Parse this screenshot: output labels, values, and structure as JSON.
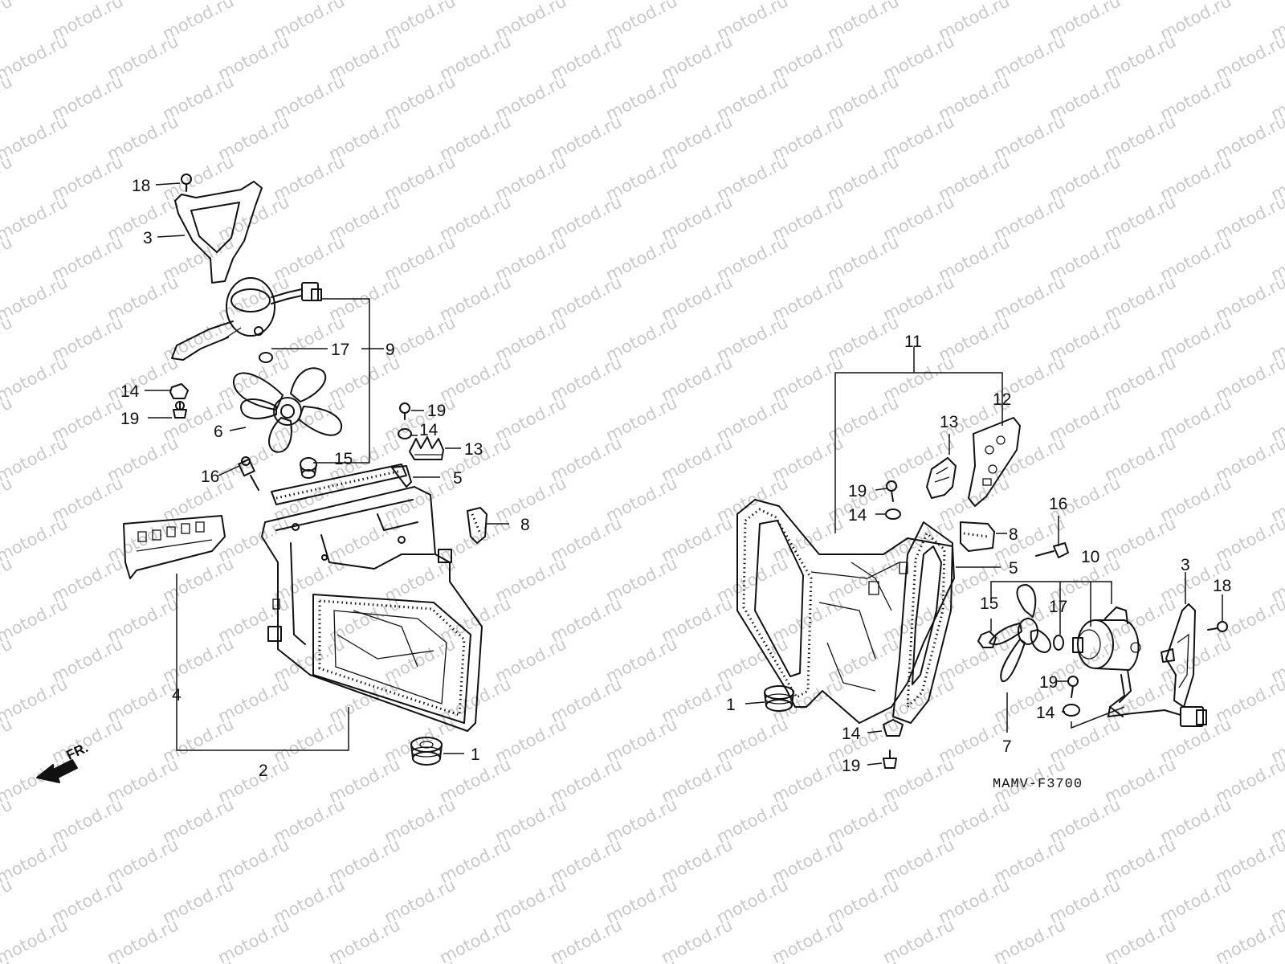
{
  "watermark": {
    "text": "motod.ru"
  },
  "diagram_code": "MAMV-F3700",
  "direction_label": "FR.",
  "callouts": {
    "l18": "18",
    "l3": "3",
    "l17": "17",
    "l9": "9",
    "l14a": "14",
    "l19a": "19",
    "l6": "6",
    "l19b": "19",
    "l14b": "14",
    "l13a": "13",
    "l16a": "16",
    "l15a": "15",
    "l5a": "5",
    "l8a": "8",
    "l4": "4",
    "l2": "2",
    "l1a": "1",
    "r11": "11",
    "r12": "12",
    "r13": "13",
    "r19a": "19",
    "r14a": "14",
    "r8": "8",
    "r16": "16",
    "r5": "5",
    "r10": "10",
    "r3": "3",
    "r18": "18",
    "r15": "15",
    "r17": "17",
    "r19b": "19",
    "r14b": "14",
    "r1": "1",
    "r14c": "14",
    "r7": "7",
    "r19c": "19"
  },
  "colors": {
    "ink": "#111111",
    "watermark": "#c9c9c9",
    "background": "#ffffff"
  }
}
